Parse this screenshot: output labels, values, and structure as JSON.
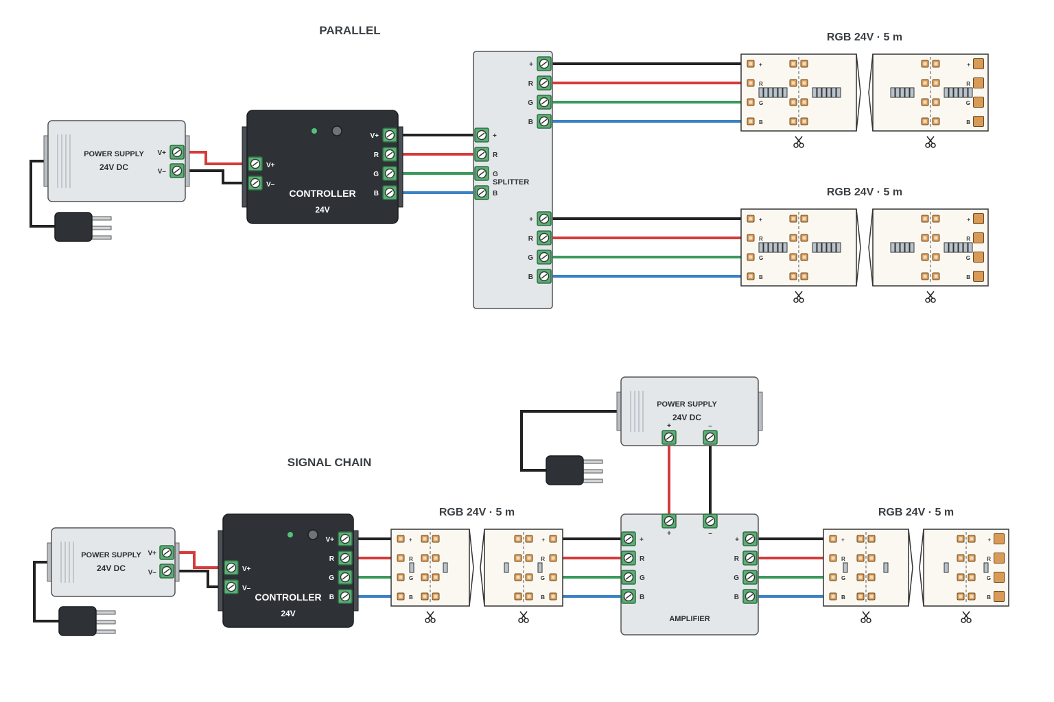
{
  "colors": {
    "wire_red": "#d63a3a",
    "wire_black": "#222222",
    "wire_green": "#3a9a5b",
    "wire_blue": "#3b82c4",
    "terminal_green": "#5cae74",
    "controller_body": "#2e3236",
    "device_body": "#e4e7ea",
    "strip_pad": "#d99a55"
  },
  "parallel": {
    "title": "PARALLEL",
    "power_supply": {
      "label": "POWER SUPPLY",
      "voltage": "24V DC",
      "pin_pos": "V+",
      "pin_neg": "V–"
    },
    "controller": {
      "label": "CONTROLLER",
      "voltage": "24V",
      "in_pos": "V+",
      "in_neg": "V–",
      "out_pos": "V+",
      "out_r": "R",
      "out_g": "G",
      "out_b": "B"
    },
    "splitter": {
      "label": "SPLITTER",
      "in_pins": [
        "+",
        "R",
        "G",
        "B"
      ],
      "out_pins": [
        "+",
        "R",
        "G",
        "B"
      ]
    },
    "strip_a": {
      "label": "RGB 24V · 5 m",
      "pins": [
        "+",
        "R",
        "G",
        "B"
      ]
    },
    "strip_b": {
      "label": "RGB 24V · 5 m",
      "pins": [
        "+",
        "R",
        "G",
        "B"
      ]
    }
  },
  "signal_chain": {
    "title": "SIGNAL CHAIN",
    "power_supply": {
      "label": "POWER SUPPLY",
      "voltage": "24V DC",
      "pin_pos": "V+",
      "pin_neg": "V–"
    },
    "controller": {
      "label": "CONTROLLER",
      "voltage": "24V",
      "in_pos": "V+",
      "in_neg": "V–",
      "out_pos": "V+",
      "out_r": "R",
      "out_g": "G",
      "out_b": "B"
    },
    "power_supply_2": {
      "label": "POWER SUPPLY",
      "voltage": "24V DC",
      "pin_pos": "+",
      "pin_neg": "–"
    },
    "amplifier": {
      "label": "AMPLIFIER",
      "pwr_pos": "+",
      "pwr_neg": "–",
      "in_pins": [
        "+",
        "R",
        "G",
        "B"
      ],
      "out_pins": [
        "+",
        "R",
        "G",
        "B"
      ]
    },
    "strip_a": {
      "label": "RGB 24V · 5 m",
      "pins": [
        "+",
        "R",
        "G",
        "B"
      ]
    },
    "strip_b": {
      "label": "RGB 24V · 5 m",
      "pins": [
        "+",
        "R",
        "G",
        "B"
      ]
    }
  },
  "icons": [
    "plug-icon",
    "scissors-icon",
    "terminal-screw-icon",
    "led-chip-icon",
    "status-led-icon",
    "knob-icon"
  ]
}
